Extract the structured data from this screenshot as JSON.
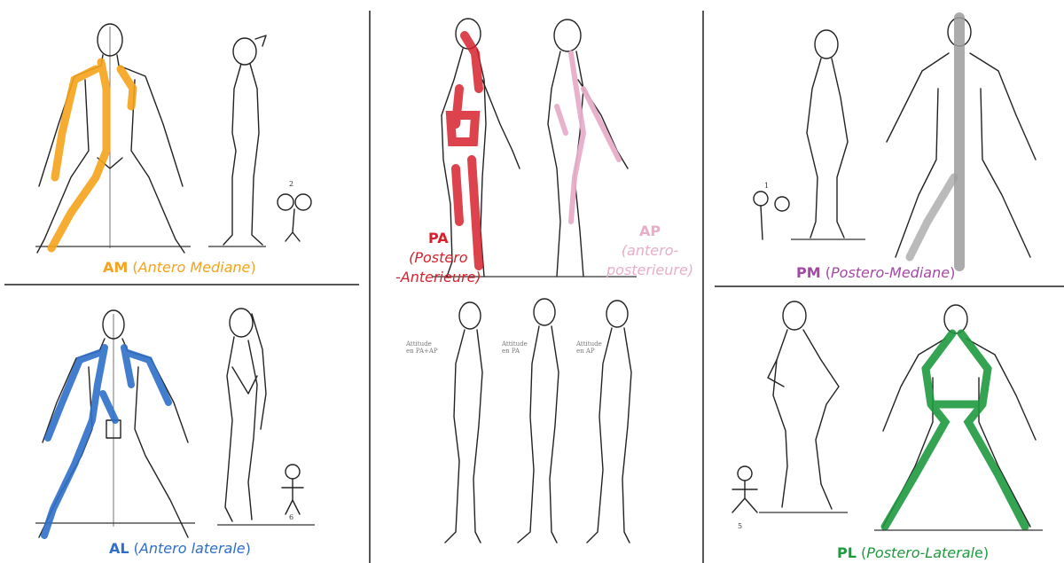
{
  "colors": {
    "am": "#F5A31A",
    "al": "#2F6FC8",
    "pa": "#D7222E",
    "ap": "#E7AEC9",
    "pm": "#9C9C9C",
    "pm_label": "#A349A4",
    "pl": "#1E9A3F"
  },
  "panels": {
    "am": {
      "abbr": "AM",
      "open": "(",
      "name": "Antero Mediane",
      "close": ")",
      "mark": "2"
    },
    "al": {
      "abbr": "AL",
      "open": "(",
      "name": "Antero laterale",
      "close": ")",
      "mark": "6"
    },
    "pa": {
      "abbr": "PA",
      "line1": "(Postero",
      "line2": "-Anterieure)"
    },
    "ap": {
      "abbr": "AP",
      "line1": "(antero-",
      "line2": "posterieure)"
    },
    "pm": {
      "abbr": "PM",
      "open": "(",
      "name": "Postero-Mediane",
      "close": ")",
      "mark": "1"
    },
    "pl": {
      "abbr": "PL",
      "open": "(",
      "name": "Postero-Lateral",
      "close": "e)",
      "mark": "5"
    }
  },
  "captions": {
    "c1_line1": "Attitude",
    "c1_line2": "en PA+AP",
    "c2_line1": "Attitude",
    "c2_line2": "en PA",
    "c3_line1": "Attitude",
    "c3_line2": "en AP"
  }
}
